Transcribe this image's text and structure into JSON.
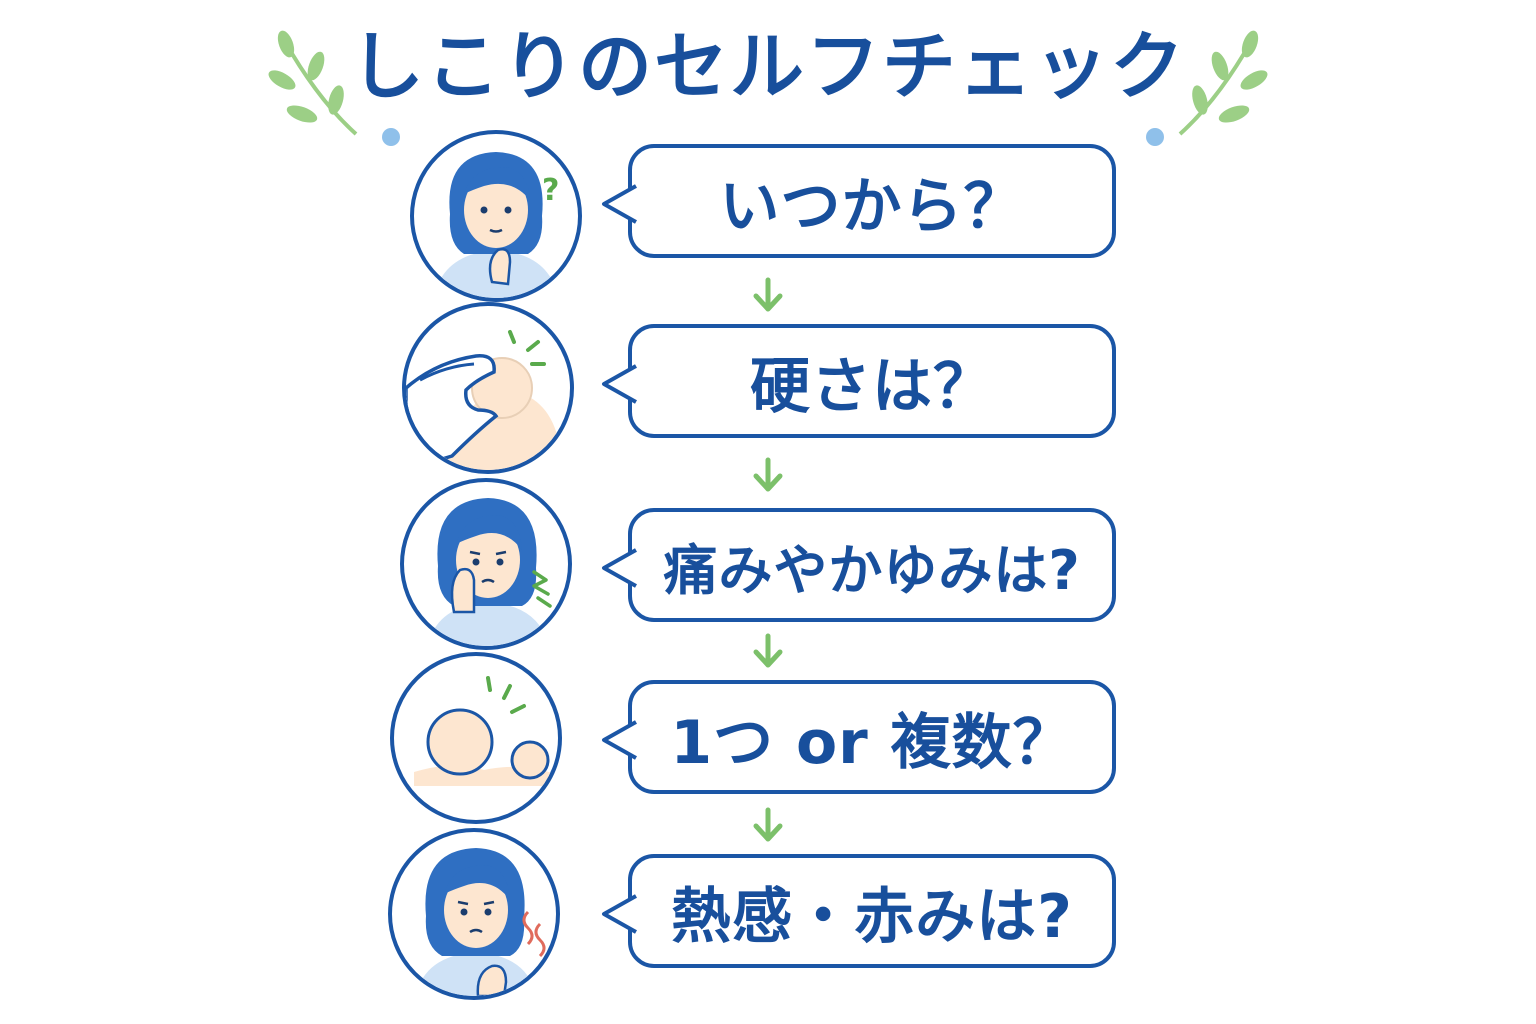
{
  "title": "しこりのセルフチェック",
  "steps": [
    {
      "question": "いつから？",
      "illustration": "woman-thinking-icon"
    },
    {
      "question": "硬さは？",
      "illustration": "hand-touching-lump-icon"
    },
    {
      "question": "痛みやかゆみは?",
      "illustration": "woman-cheek-pain-icon"
    },
    {
      "question": "1つ or 複数？",
      "illustration": "multiple-lumps-icon"
    },
    {
      "question": "熱感・赤みは?",
      "illustration": "woman-fever-redness-icon"
    }
  ],
  "colors": {
    "primary": "#1b56a6",
    "title": "#184f9c",
    "accent_green": "#5aaa4c",
    "arrow_green": "#7cc06a",
    "leaf": "#9ccf86",
    "dot": "#8fc0ea",
    "skin": "#fde6d0",
    "hair": "#2f6fc2",
    "redness": "#e06b5c"
  }
}
